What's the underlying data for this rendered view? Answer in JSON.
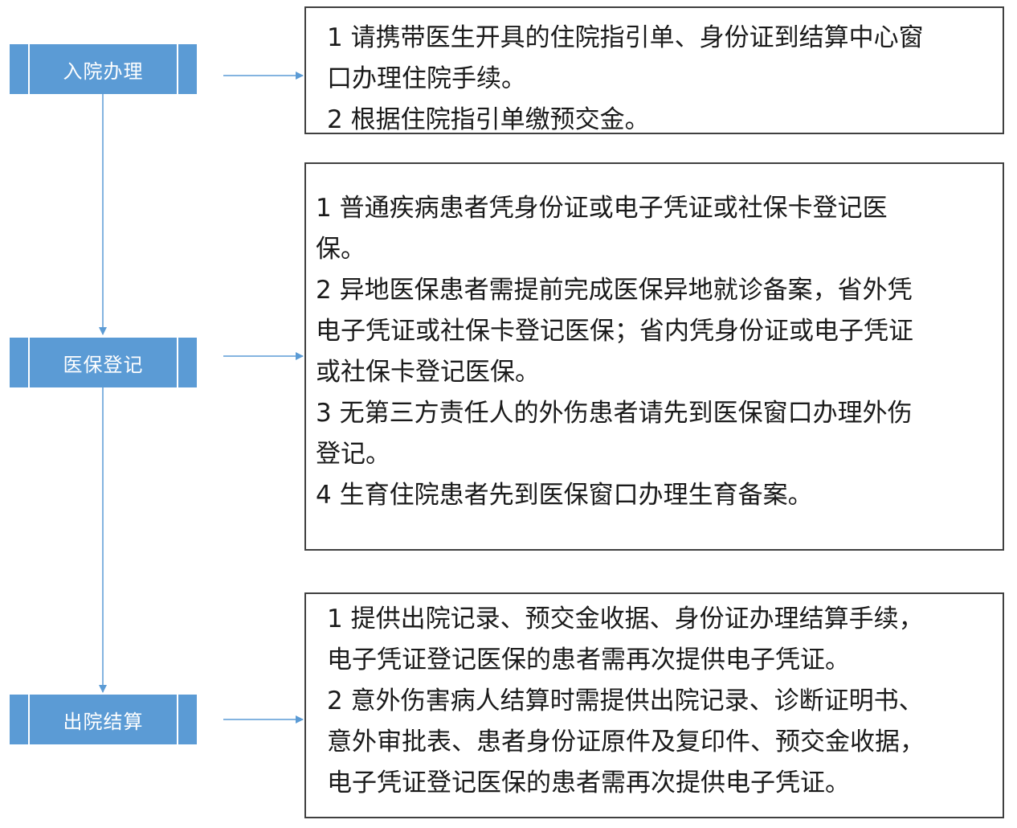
{
  "steps": [
    {
      "label": "入院办理"
    },
    {
      "label": "医保登记"
    },
    {
      "label": "出院结算"
    }
  ],
  "details": [
    {
      "lines": [
        "1 请携带医生开具的住院指引单、身份证到结算中心窗",
        "口办理住院手续。",
        "2 根据住院指引单缴预交金。"
      ]
    },
    {
      "lines": [
        "1 普通疾病患者凭身份证或电子凭证或社保卡登记医",
        "保。",
        "2 异地医保患者需提前完成医保异地就诊备案，省外凭",
        "电子凭证或社保卡登记医保；省内凭身份证或电子凭证",
        "或社保卡登记医保。",
        "3 无第三方责任人的外伤患者请先到医保窗口办理外伤",
        "登记。",
        "4 生育住院患者先到医保窗口办理生育备案。"
      ]
    },
    {
      "lines": [
        "1 提供出院记录、预交金收据、身份证办理结算手续，",
        "电子凭证登记医保的患者需再次提供电子凭证。",
        "2 意外伤害病人结算时需提供出院记录、诊断证明书、",
        "意外审批表、患者身份证原件及复印件、预交金收据，",
        "电子凭证登记医保的患者需再次提供电子凭证。"
      ]
    }
  ],
  "colors": {
    "step_fill": "#5b9bd5",
    "connector": "#5b9bd5",
    "box_border": "#404040"
  }
}
